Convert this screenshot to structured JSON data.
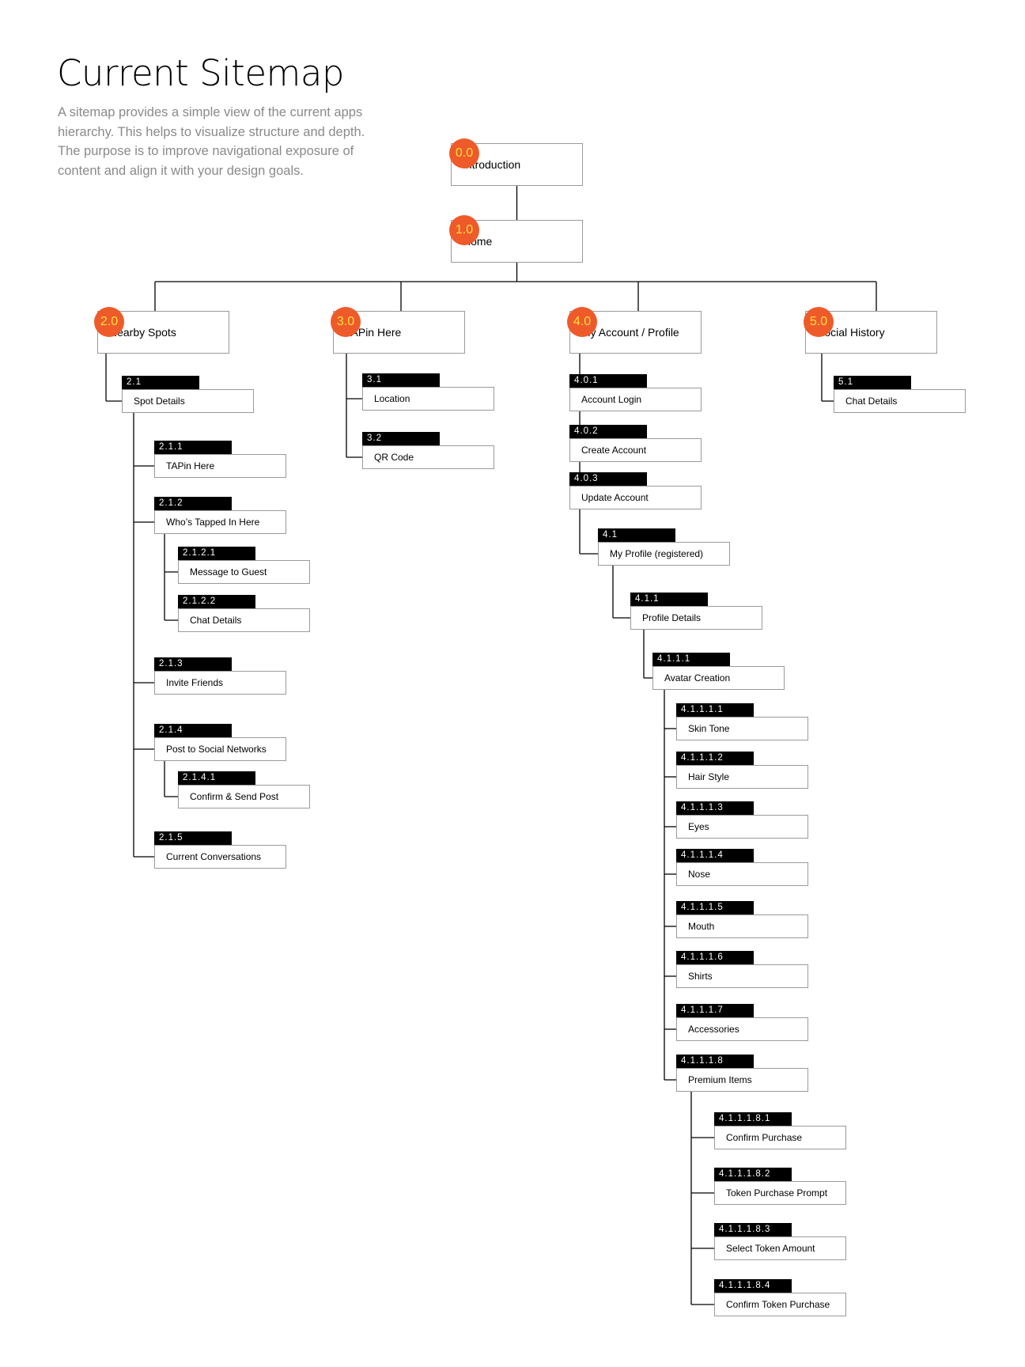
{
  "title": "Current Sitemap",
  "subtitle": "A sitemap provides a simple view of the current apps hierarchy. This helps to visualize structure and depth. The purpose is to  improve navigational exposure of content and align it with your design goals.",
  "colors": {
    "badge_fill": "#ef5a2a",
    "badge_text": "#ffe23d",
    "code_fill": "#000000",
    "box_border": "#9a9a9a",
    "line": "#000000"
  },
  "nodes": [
    {
      "id": "0.0",
      "label": "Introduction",
      "level": 0
    },
    {
      "id": "1.0",
      "label": "Home",
      "level": 0,
      "parent": "0.0"
    },
    {
      "id": "2.0",
      "label": "Nearby Spots",
      "level": 1,
      "parent": "1.0"
    },
    {
      "id": "3.0",
      "label": "TAPin Here",
      "level": 1,
      "parent": "1.0"
    },
    {
      "id": "4.0",
      "label": "My Account / Profile",
      "level": 1,
      "parent": "1.0"
    },
    {
      "id": "5.0",
      "label": "Social History",
      "level": 1,
      "parent": "1.0"
    },
    {
      "id": "2.1",
      "label": "Spot Details",
      "parent": "2.0"
    },
    {
      "id": "2.1.1",
      "label": "TAPin Here",
      "parent": "2.1"
    },
    {
      "id": "2.1.2",
      "label": "Who’s Tapped In Here",
      "parent": "2.1"
    },
    {
      "id": "2.1.2.1",
      "label": "Message to Guest",
      "parent": "2.1.2"
    },
    {
      "id": "2.1.2.2",
      "label": "Chat Details",
      "parent": "2.1.2"
    },
    {
      "id": "2.1.3",
      "label": "Invite Friends",
      "parent": "2.1"
    },
    {
      "id": "2.1.4",
      "label": "Post to Social Networks",
      "parent": "2.1"
    },
    {
      "id": "2.1.4.1",
      "label": "Confirm & Send Post",
      "parent": "2.1.4"
    },
    {
      "id": "2.1.5",
      "label": "Current Conversations",
      "parent": "2.1"
    },
    {
      "id": "3.1",
      "label": "Location",
      "parent": "3.0"
    },
    {
      "id": "3.2",
      "label": "QR Code",
      "parent": "3.0"
    },
    {
      "id": "4.0.1",
      "label": "Account Login",
      "parent": "4.0"
    },
    {
      "id": "4.0.2",
      "label": "Create Account",
      "parent": "4.0"
    },
    {
      "id": "4.0.3",
      "label": "Update Account",
      "parent": "4.0"
    },
    {
      "id": "4.1",
      "label": "My Profile (registered)",
      "parent": "4.0"
    },
    {
      "id": "4.1.1",
      "label": "Profile Details",
      "parent": "4.1"
    },
    {
      "id": "4.1.1.1",
      "label": "Avatar Creation",
      "parent": "4.1.1"
    },
    {
      "id": "4.1.1.1.1",
      "label": "Skin Tone",
      "parent": "4.1.1.1"
    },
    {
      "id": "4.1.1.1.2",
      "label": "Hair Style",
      "parent": "4.1.1.1"
    },
    {
      "id": "4.1.1.1.3",
      "label": "Eyes",
      "parent": "4.1.1.1"
    },
    {
      "id": "4.1.1.1.4",
      "label": "Nose",
      "parent": "4.1.1.1"
    },
    {
      "id": "4.1.1.1.5",
      "label": "Mouth",
      "parent": "4.1.1.1"
    },
    {
      "id": "4.1.1.1.6",
      "label": "Shirts",
      "parent": "4.1.1.1"
    },
    {
      "id": "4.1.1.1.7",
      "label": "Accessories",
      "parent": "4.1.1.1"
    },
    {
      "id": "4.1.1.1.8",
      "label": "Premium Items",
      "parent": "4.1.1.1"
    },
    {
      "id": "4.1.1.1.8.1",
      "label": "Confirm Purchase",
      "parent": "4.1.1.1.8"
    },
    {
      "id": "4.1.1.1.8.2",
      "label": "Token Purchase Prompt",
      "parent": "4.1.1.1.8"
    },
    {
      "id": "4.1.1.1.8.3",
      "label": "Select Token Amount",
      "parent": "4.1.1.1.8"
    },
    {
      "id": "4.1.1.1.8.4",
      "label": "Confirm Token Purchase",
      "parent": "4.1.1.1.8"
    },
    {
      "id": "5.1",
      "label": "Chat Details",
      "parent": "5.0"
    }
  ]
}
